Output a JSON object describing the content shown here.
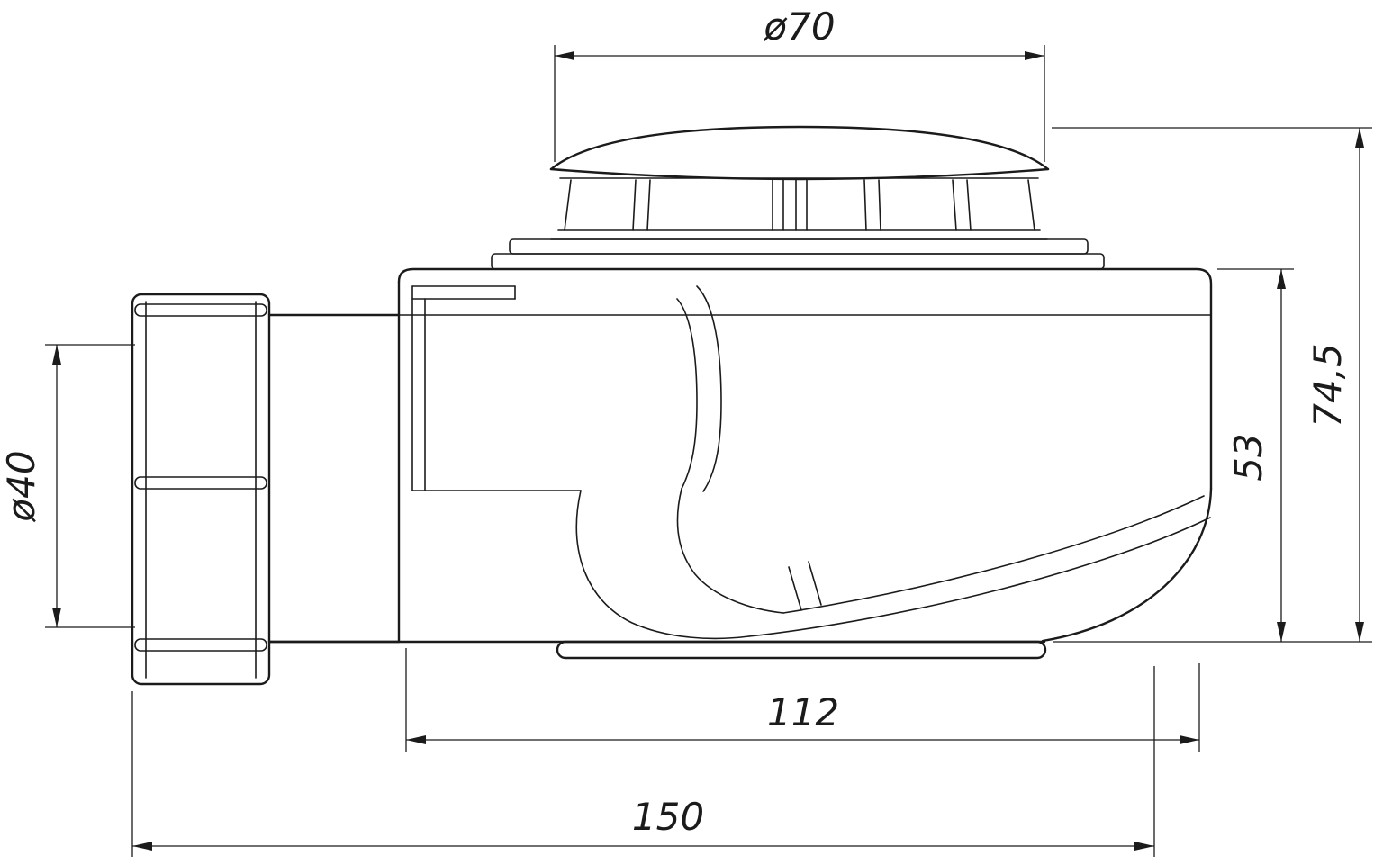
{
  "colors": {
    "background": "#ffffff",
    "line": "#1b1b1b"
  },
  "dimensions": {
    "cap_diameter": {
      "label": "ø70",
      "value": 70
    },
    "inlet_diameter": {
      "label": "ø40",
      "value": 40
    },
    "total_height": {
      "label": "74,5",
      "value": 74.5
    },
    "body_height": {
      "label": "53",
      "value": 53
    },
    "body_length": {
      "label": "112",
      "value": 112
    },
    "total_length": {
      "label": "150",
      "value": 150
    }
  }
}
